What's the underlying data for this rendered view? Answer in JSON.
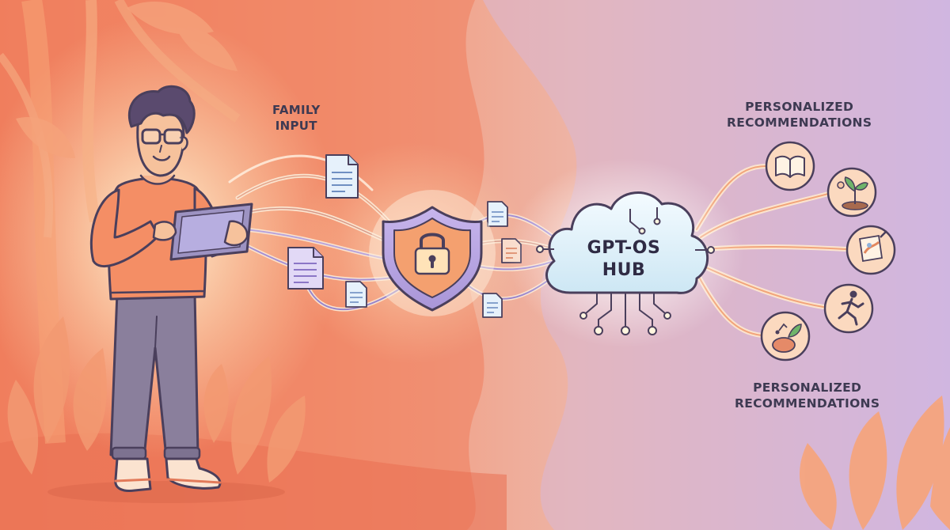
{
  "labels": {
    "family_input": [
      "FAMILY",
      "INPUT"
    ],
    "recommendations_top": [
      "PERSONALIZED",
      "RECOMMENDATIONS"
    ],
    "recommendations_bottom": [
      "PERSONALIZED",
      "RECOMMENDATIONS"
    ]
  },
  "hub": {
    "lines": [
      "GPT-OS",
      "HUB"
    ]
  },
  "icons": {
    "person": "person-with-tablet-icon",
    "shield": "shield-lock-icon",
    "hub": "cloud-circuit-icon",
    "documents": "document-icon",
    "recommendations": [
      "book-icon",
      "seedling-icon",
      "painting-icon",
      "running-icon",
      "gardening-icon"
    ]
  },
  "colors": {
    "left_background": "#f08a66",
    "right_background": "#c9b6ec",
    "outline": "#4a3f5c",
    "accent_orange": "#f29a6b",
    "shield_purple": "#b7a3e0",
    "hub_blue": "#dff3fb"
  }
}
